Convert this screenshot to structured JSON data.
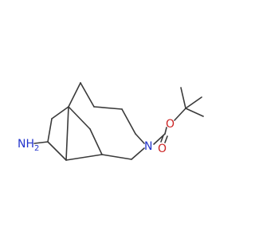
{
  "molecule": {
    "colors": {
      "bond": "#3a3a3a",
      "nitrogen": "#2233cc",
      "oxygen": "#cc2222",
      "background": "#ffffff"
    },
    "atom_labels": {
      "amine": "NH",
      "amine_subscript": "2",
      "ring_nitrogen": "N",
      "ester_oxygen": "O",
      "carbonyl_oxygen": "O"
    }
  }
}
